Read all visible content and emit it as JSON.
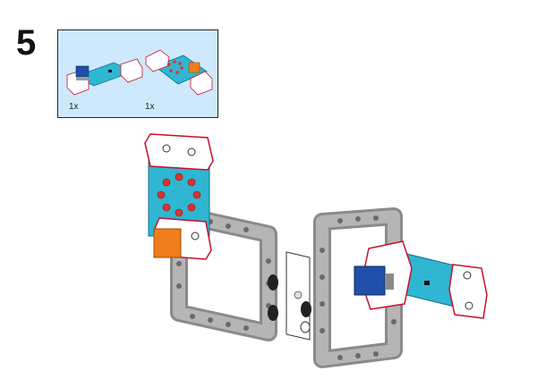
{
  "step": {
    "number": "5"
  },
  "parts": [
    {
      "name": "blue-button-module",
      "quantity": "1x"
    },
    {
      "name": "orange-button-led-module",
      "quantity": "1x"
    }
  ],
  "colors": {
    "parts_background": "#cde9fb",
    "pcb_teal": "#2fb6d2",
    "beam_gray": "#9a9a9a",
    "bracket_white": "#ffffff",
    "bracket_red_edge": "#c8102e",
    "button_blue": "#1f4fa8",
    "button_orange": "#f07d1a",
    "led_red": "#e03030"
  }
}
